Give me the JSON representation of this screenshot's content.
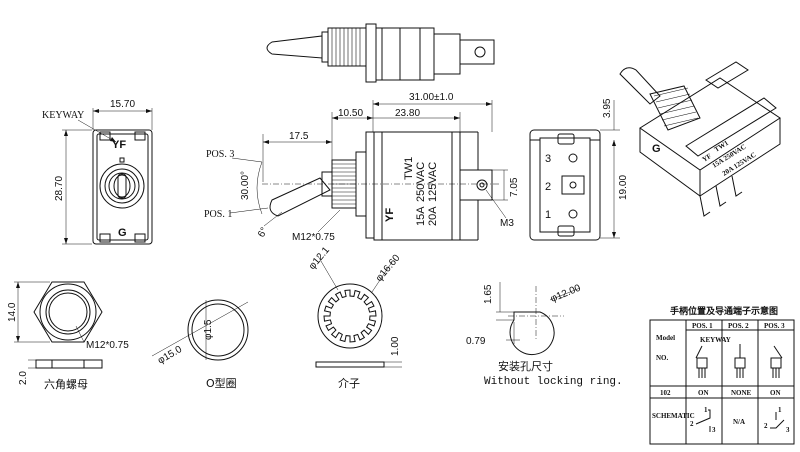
{
  "front_view": {
    "width_dim": "15.70",
    "height_dim": "28.70",
    "keyway_label": "KEYWAY",
    "mark_top": "YF",
    "mark_bottom": "G"
  },
  "side_view": {
    "dim_overall": "31.00±1.0",
    "dim_bushing": "10.50",
    "dim_body": "23.80",
    "dim_lever": "17.5",
    "dim_angle": "30.00°",
    "dim_small_angle": "6°",
    "pos3_label": "POS. 3",
    "pos1_label": "POS. 1",
    "thread_label": "M12*0.75",
    "terminal_hole_dim": "7.05",
    "screw_label": "M3",
    "body_text": [
      "YF",
      "TW1",
      "15A",
      "250VAC",
      "20A",
      "125VAC"
    ]
  },
  "terminal_view": {
    "height_dim": "19.00",
    "top_dim": "3.95",
    "terminal_numbers": [
      "3",
      "2",
      "1"
    ]
  },
  "iso_view": {
    "mark": "YF",
    "model": "TW1",
    "rating1": "15A 250VAC",
    "rating2": "20A 125VAC",
    "mark_bottom": "G"
  },
  "hex_nut": {
    "height_dim": "14.0",
    "thread_label": "M12*0.75",
    "thickness_dim": "2.0",
    "caption": "六角螺母"
  },
  "o_ring": {
    "outer_dim": "φ15.0",
    "thickness_dim": "φ1.5",
    "caption": "O型圈"
  },
  "washer": {
    "inner_dim": "φ12.1",
    "outer_dim": "φ16.60",
    "thickness_dim": "1.00",
    "caption": "介子"
  },
  "mounting_hole": {
    "diameter_dim": "φ12.00",
    "key_width_dim": "1.65",
    "key_depth_dim": "0.79",
    "caption_cn": "安装孔尺寸",
    "caption_en": "Without locking ring."
  },
  "position_table": {
    "title": "手柄位置及导通端子示意图",
    "model_label": "Model",
    "no_label": "NO.",
    "headers": [
      "POS. 1",
      "POS. 2",
      "POS. 3"
    ],
    "keyway_label": "KEYWAY",
    "model_no": "102",
    "states": [
      "ON",
      "NONE",
      "ON"
    ],
    "schematic_label": "SCHEMATIC",
    "schematic_mid": "N/A",
    "schematic_left_nums": [
      "1",
      "2",
      "3"
    ],
    "schematic_right_nums": [
      "1",
      "2",
      "3"
    ]
  }
}
